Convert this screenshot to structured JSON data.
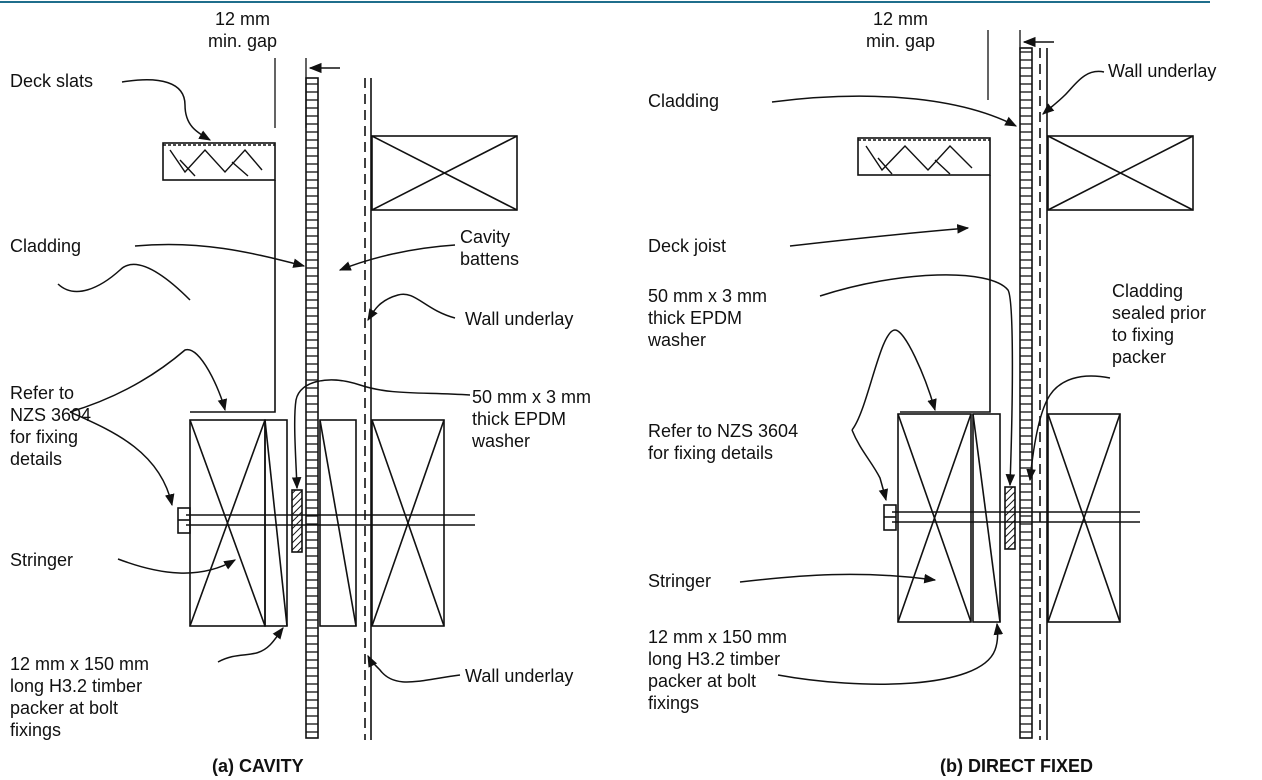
{
  "header": {
    "rule_color": "#1f6e8c"
  },
  "left": {
    "caption": "(a) CAVITY",
    "labels": {
      "gap": "12 mm\nmin. gap",
      "deck_slats": "Deck slats",
      "cladding": "Cladding",
      "cavity_battens": "Cavity\nbattens",
      "wall_underlay_top": "Wall underlay",
      "refer": "Refer to\nNZS 3604\nfor fixing\ndetails",
      "washer": "50 mm x 3 mm\nthick EPDM\nwasher",
      "stringer": "Stringer",
      "packer": "12 mm x 150 mm\nlong H3.2 timber\npacker at bolt\nfixings",
      "wall_underlay_bottom": "Wall underlay"
    }
  },
  "right": {
    "caption": "(b) DIRECT FIXED",
    "labels": {
      "gap": "12 mm\nmin. gap",
      "wall_underlay": "Wall underlay",
      "cladding": "Cladding",
      "deck_joist": "Deck joist",
      "washer": "50 mm x 3 mm\nthick EPDM\nwasher",
      "sealed": "Cladding\nsealed prior\nto fixing\npacker",
      "refer": "Refer to NZS 3604\nfor fixing details",
      "stringer": "Stringer",
      "packer": "12 mm x 150 mm\nlong H3.2 timber\npacker at bolt\nfixings"
    }
  }
}
